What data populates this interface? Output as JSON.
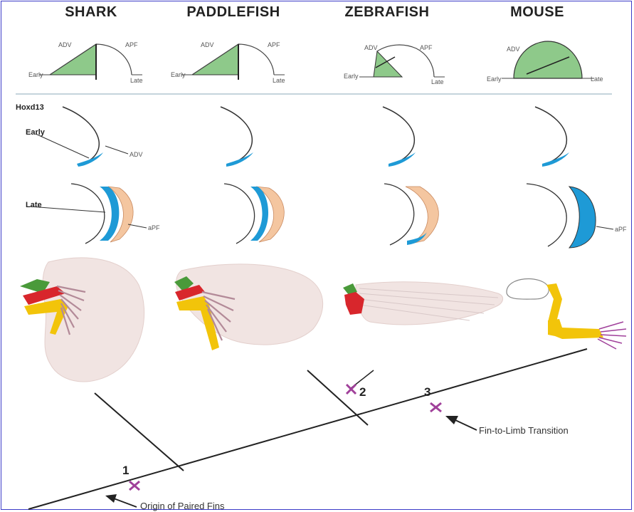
{
  "columns": [
    {
      "id": "shark",
      "title": "SHARK"
    },
    {
      "id": "paddlefish",
      "title": "PADDLEFISH"
    },
    {
      "id": "zebrafish",
      "title": "ZEBRAFISH"
    },
    {
      "id": "mouse",
      "title": "MOUSE"
    }
  ],
  "axis_labels": {
    "early": "Early",
    "adv": "ADV",
    "apf": "APF",
    "late": "Late"
  },
  "rows": {
    "gene_label": "Hoxd13",
    "early_label": "Early",
    "late_label": "Late",
    "adv_label": "ADV",
    "apf_label": "aPF"
  },
  "tree": {
    "node1": "1",
    "node2": "2",
    "node3": "3",
    "origin_note": "Origin of Paired Fins",
    "transition_note": "Fin-to-Limb Transition"
  },
  "colors": {
    "green_fill": "#8ec98a",
    "blue_expr": "#1e9ad6",
    "peach": "#f4c6a0",
    "fin_pink": "#f1e4e2",
    "yellow_bone": "#f2c40a",
    "red_bone": "#d8262c",
    "green_bone": "#4a9a3a",
    "purple_mark": "#a0409a",
    "frame": "#3c3cc8"
  }
}
